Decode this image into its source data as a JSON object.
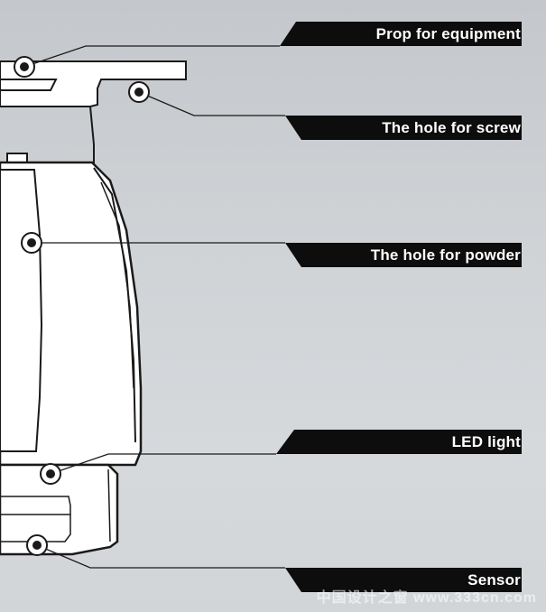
{
  "callouts": [
    {
      "id": "prop",
      "label": "Prop for equipment"
    },
    {
      "id": "screw-hole",
      "label": "The hole for screw"
    },
    {
      "id": "powder-hole",
      "label": "The hole for powder"
    },
    {
      "id": "led",
      "label": "LED light"
    },
    {
      "id": "sensor",
      "label": "Sensor"
    }
  ],
  "watermark": "中国设计之窗 www.333cn.com",
  "colors": {
    "background": "#cfd3d6",
    "label_background": "#0d0d0d",
    "label_text": "#ffffff",
    "outline": "#1a1a1a",
    "body_fill": "#ffffff"
  }
}
